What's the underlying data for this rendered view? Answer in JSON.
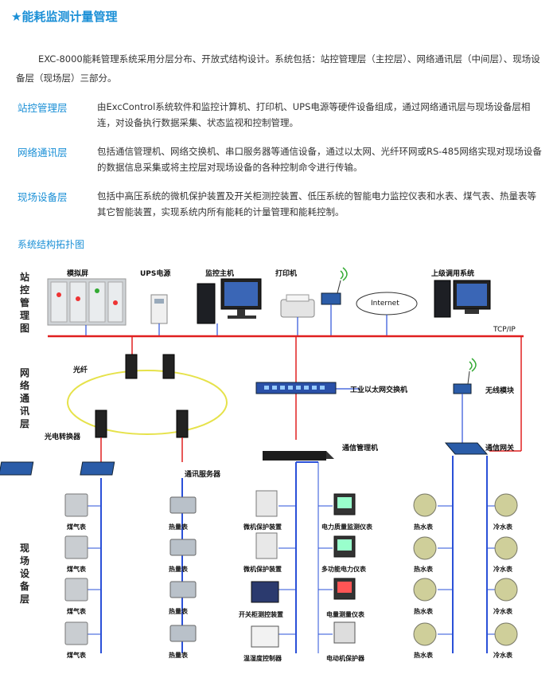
{
  "title": "能耗监测计量管理",
  "intro": "EXC-8000能耗管理系统采用分层分布、开放式结构设计。系统包括：站控管理层（主控层）、网络通讯层（中间层）、现场设备层（现场层）三部分。",
  "layers": [
    {
      "name": "站控管理层",
      "desc": "由ExcControl系统软件和监控计算机、打印机、UPS电源等硬件设备组成，通过网络通讯层与现场设备层相连，对设备执行数据采集、状态监视和控制管理。"
    },
    {
      "name": "网络通讯层",
      "desc": "包括通信管理机、网络交换机、串口服务器等通信设备，通过以太网、光纤环网或RS-485网络实现对现场设备的数据信息采集或将主控层对现场设备的各种控制命令进行传输。"
    },
    {
      "name": "现场设备层",
      "desc": "包括中高压系统的微机保护装置及开关柜测控装置、低压系统的智能电力监控仪表和水表、煤气表、热量表等其它智能装置，实现系统内所有能耗的计量管理和能耗控制。"
    }
  ],
  "topology_title": "系统结构拓扑图",
  "side_labels": [
    "站控管理图",
    "网络通讯层",
    "现场设备层"
  ],
  "station": {
    "sim_screen": "模拟屏",
    "ups": "UPS电源",
    "host": "监控主机",
    "printer": "打印机",
    "internet": "Internet",
    "upper": "上级调用系统",
    "protocol": "TCP/IP"
  },
  "network": {
    "fiber": "光纤",
    "converter": "光电转换器",
    "serial_server": "通讯服务器",
    "switch": "工业以太网交换机",
    "comm_manager": "通信管理机",
    "wireless": "无线模块",
    "gateway": "通信网关"
  },
  "field": {
    "col1": [
      "煤气表",
      "煤气表",
      "煤气表",
      "煤气表"
    ],
    "col2": [
      "热量表",
      "热量表",
      "热量表",
      "热量表"
    ],
    "col3": [
      "微机保护装置",
      "微机保护装置",
      "开关柜测控装置",
      "温湿度控制器"
    ],
    "col4": [
      "电力质量监测仪表",
      "多功能电力仪表",
      "电量测量仪表",
      "电动机保护器"
    ],
    "col5": [
      "热水表",
      "热水表",
      "热水表",
      "热水表"
    ],
    "col6": [
      "冷水表",
      "冷水表",
      "冷水表",
      "冷水表"
    ]
  },
  "colors": {
    "accent": "#1a8fd6",
    "bus": "#e02020",
    "ring": "#e6e24a",
    "link": "#2a50d8"
  }
}
